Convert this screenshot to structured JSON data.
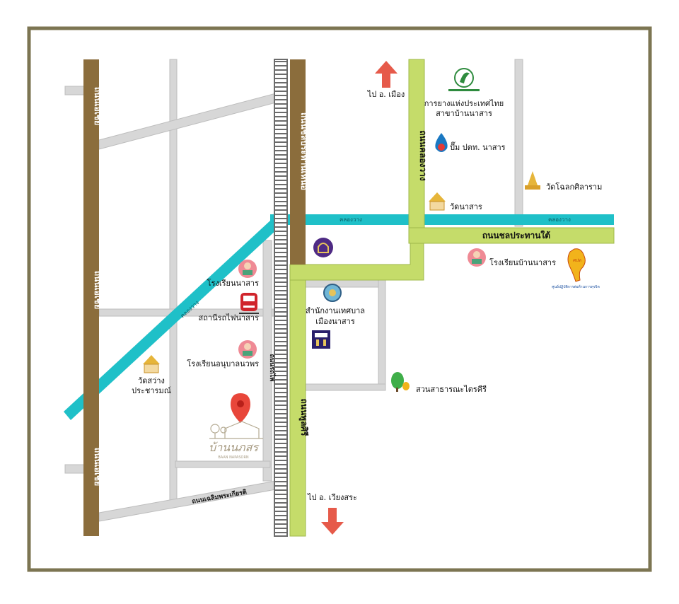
{
  "colors": {
    "frame": "#7c7552",
    "brown_road": "#8b6d3c",
    "green_road": "#c5dc6a",
    "canal": "#1fc0c8",
    "grey_road": "#d7d7d7",
    "arrow": "#e65a4a",
    "pin": "#e8463a",
    "temple": "#e6b53a",
    "school": "#ef8a95",
    "bank": "#4e2a84",
    "ptt": "#1a78c2"
  },
  "roads": {
    "west_1": "ถนนเอเชีย",
    "west_2": "ถนนเอเชีย",
    "west_3": "ถนนเอเชีย",
    "north": "ถนนชลประทานเหนือ",
    "khlong_wa": "ถนนคลองวาง",
    "south": "ถนนชลประทานใต้",
    "phunsiri": "ถนนพูลศิรี",
    "rotfai": "ถนนรถไฟ",
    "chaloem": "ถนนเฉลิมพระเกียรติ"
  },
  "canal": {
    "label_1": "คลองวาง",
    "label_2": "คลองวาง",
    "label_3": "คลองวาง"
  },
  "directions": {
    "north": "ไป อ. เมือง",
    "south": "ไป อ. เวียงสระ"
  },
  "places": {
    "rubber_authority": {
      "line1": "การยางแห่งประเทศไทย",
      "line2": "สาขาบ้านนาสาร"
    },
    "ptt": "ปั๊ม ปตท. นาสาร",
    "wat_nasan": "วัดนาสาร",
    "wat_olok": "วัดโฉลกศิลาราม",
    "school_ban_nasan": "โรงเรียนบ้านนาสาร",
    "school_nasan": "โรงเรียนนาสาร",
    "station": "สถานีรถไฟนาสาร",
    "school_anuban": "โรงเรียนอนุบาลนวพร",
    "wat_sawang": {
      "line1": "วัดสว่าง",
      "line2": "ประชารมณ์"
    },
    "municipal": {
      "line1": "สำนักงานเทศบาล",
      "line2": "เมืองนาสาร"
    },
    "park": "สวนสาธารณะไตรคีรี"
  },
  "home": {
    "name": "บ้านนภสร",
    "sub": "BAAN NAPASORN"
  },
  "icons": {
    "pin": "map-pin-icon",
    "temple": "temple-icon",
    "school": "school-teacher-icon",
    "train": "train-icon",
    "bank": "bank-icon",
    "ptt": "fuel-drop-icon",
    "rubber": "rubber-authority-logo-icon",
    "municipal_seal": "municipal-seal-icon",
    "gov_savings": "gsb-logo-icon",
    "park": "tree-icon",
    "thailand": "thailand-map-logo-icon",
    "arrow_up": "arrow-up-icon",
    "arrow_down": "arrow-down-icon"
  },
  "logos": {
    "thailand_caption": "ศูนย์ปฏิบัติการต่อต้านการทุจริต"
  }
}
